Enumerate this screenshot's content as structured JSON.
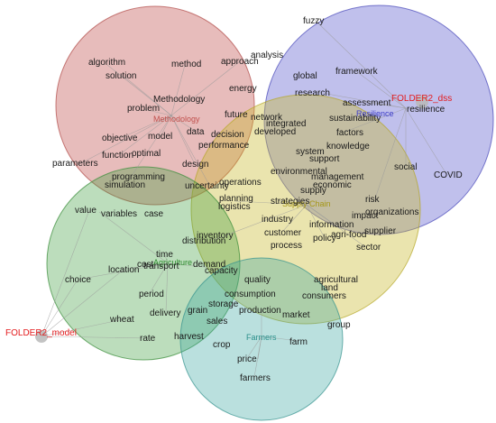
{
  "colors": {
    "methodology": "#c0504d",
    "resilience": "#4b4bc8",
    "supply_chain": "#c7b92a",
    "agriculture": "#3f9e3f",
    "farmers": "#3aa6a1",
    "folder": "#e31a1c",
    "edge": "#9a9a9a"
  },
  "clusters": [
    {
      "key": "methodology",
      "label": "Methodology",
      "color": "#c0504d"
    },
    {
      "key": "resilience",
      "label": "Resilience",
      "color": "#3c3cc8"
    },
    {
      "key": "supply_chain",
      "label": "Supply Chain",
      "color": "#a59617"
    },
    {
      "key": "agriculture",
      "label": "Agriculture",
      "color": "#2e8b2e"
    },
    {
      "key": "farmers",
      "label": "Farmers",
      "color": "#2a8f8a"
    }
  ],
  "folders": {
    "dss": "FOLDER2_dss",
    "model": "FOLDER2_model"
  },
  "terms": {
    "fuzzy": "fuzzy",
    "analysis": "analysis",
    "algorithm": "algorithm",
    "method": "method",
    "approach": "approach",
    "framework": "framework",
    "solution": "solution",
    "global": "global",
    "energy": "energy",
    "research": "research",
    "assessment": "assessment",
    "methodology": "Methodology",
    "problem": "problem",
    "resilience": "resilience",
    "future": "future",
    "network": "network",
    "sustainability": "sustainability",
    "integrated": "integrated",
    "data": "data",
    "decision": "decision",
    "developed": "developed",
    "factors": "factors",
    "objective": "objective",
    "model": "model",
    "performance": "performance",
    "knowledge": "knowledge",
    "function": "function",
    "optimal": "optimal",
    "system": "system",
    "support": "support",
    "parameters": "parameters",
    "design": "design",
    "social": "social",
    "environmental": "environmental",
    "management": "management",
    "programming": "programming",
    "economic": "economic",
    "covid": "COVID",
    "simulation": "simulation",
    "operations": "operations",
    "uncertainty": "uncertainty",
    "supply": "supply",
    "planning": "planning",
    "strategies": "strategies",
    "risk": "risk",
    "logistics": "logistics",
    "value": "value",
    "variables": "variables",
    "case": "case",
    "organizations": "organizations",
    "impact": "impact",
    "industry": "industry",
    "information": "information",
    "supplier": "supplier",
    "agrifood": "agri-food",
    "customer": "customer",
    "policy": "policy",
    "inventory": "inventory",
    "distribution": "distribution",
    "process": "process",
    "sector": "sector",
    "time": "time",
    "cost": "cost",
    "transport": "transport",
    "demand": "demand",
    "choice": "choice",
    "location": "location",
    "capacity": "capacity",
    "quality": "quality",
    "agricultural": "agricultural",
    "land": "land",
    "period": "period",
    "consumption": "consumption",
    "consumers": "consumers",
    "storage": "storage",
    "delivery": "delivery",
    "grain": "grain",
    "production": "production",
    "market": "market",
    "wheat": "wheat",
    "sales": "sales",
    "group": "group",
    "rate": "rate",
    "harvest": "harvest",
    "crop": "crop",
    "farm": "farm",
    "price": "price",
    "farmers": "farmers"
  }
}
